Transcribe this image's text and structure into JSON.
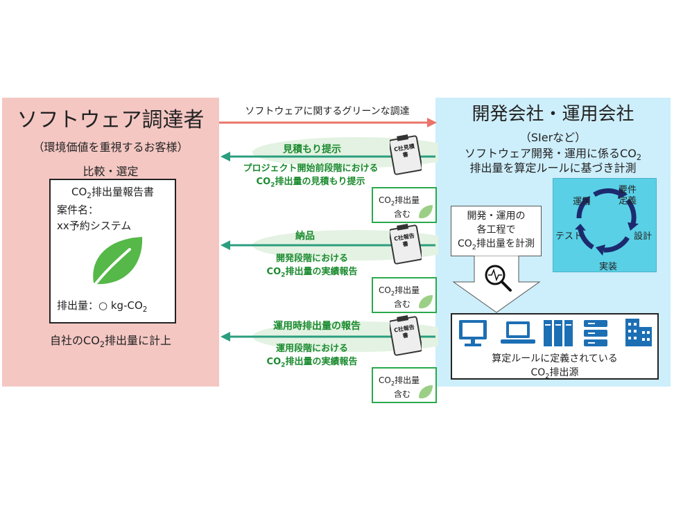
{
  "left": {
    "title": "ソフトウェア調達者",
    "subtitle": "（環境価値を重視するお客様）",
    "compare": "比較・選定",
    "report": {
      "title_pre": "CO",
      "title_sub": "2",
      "title_post": "排出量報告書",
      "case_label": "案件名：",
      "case_value": "xx予約システム",
      "emission_pre": "排出量：○ kg-CO",
      "emission_sub": "2"
    },
    "self_post_pre": "自社のCO",
    "self_post_sub": "2",
    "self_post_post": "排出量に計上"
  },
  "top_arrow_label": "ソフトウェアに関するグリーンな調達",
  "right": {
    "title": "開発会社・運用会社",
    "sier": "（SIerなど）",
    "line1_pre": "ソフトウェア開発・運用に係るCO",
    "line1_sub": "2",
    "line2": "排出量を算定ルールに基づき計測",
    "measure_line1": "開発・運用の",
    "measure_line2": "各工程で",
    "measure_line3_pre": "CO",
    "measure_line3_sub": "2",
    "measure_line3_post": "排出量を計測",
    "cycle": {
      "req1": "要件",
      "req2": "定義",
      "design": "設計",
      "impl": "実装",
      "test": "テスト",
      "ops": "運用"
    },
    "source_line1": "算定ルールに定義されている",
    "source_line2_pre": "CO",
    "source_line2_sub": "2",
    "source_line2_post": "排出源"
  },
  "flows": [
    {
      "label": "見積もり提示",
      "sub1": "プロジェクト開始前段階における",
      "sub2_pre": "CO",
      "sub2_sub": "2",
      "sub2_post": "排出量の見積もり提示",
      "doc": "C社見積書"
    },
    {
      "label": "納品",
      "sub1": "開発段階における",
      "sub2_pre": "CO",
      "sub2_sub": "2",
      "sub2_post": "排出量の実績報告",
      "doc": "C社報告書"
    },
    {
      "label": "運用時排出量の報告",
      "sub1": "運用段階における",
      "sub2_pre": "CO",
      "sub2_sub": "2",
      "sub2_post": "排出量の実績報告",
      "doc": "C社報告書"
    }
  ],
  "badge": {
    "line1_pre": "CO",
    "line1_sub": "2",
    "line1_post": "排出量",
    "line2": "含む"
  },
  "colors": {
    "left_bg": "#f4c7c3",
    "right_bg": "#cdeefb",
    "green": "#1a8a2e",
    "arrow_green": "#2a9e7e",
    "arrow_red": "#e9746a",
    "cycle_bg": "#59d0e6",
    "icon_blue": "#1d6fb4"
  }
}
